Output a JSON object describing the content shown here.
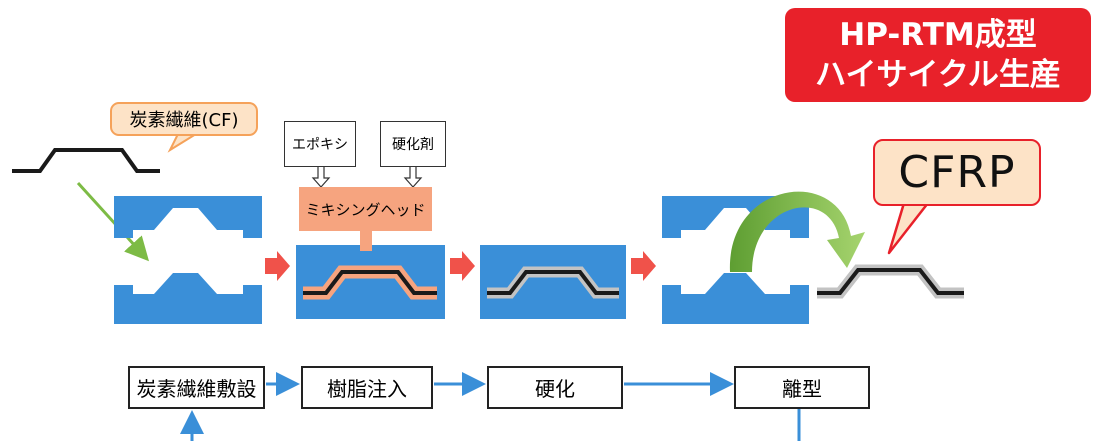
{
  "badge": {
    "line1": "HP-RTM成型",
    "line2": "ハイサイクル生産"
  },
  "callouts": {
    "carbon_fiber": "炭素繊維(CF)",
    "cfrp": "CFRP"
  },
  "materials": {
    "epoxy": "エポキシ",
    "hardener": "硬化剤",
    "mixing_head": "ミキシングヘッド"
  },
  "steps": [
    "炭素繊維敷設",
    "樹脂注入",
    "硬化",
    "離型"
  ],
  "colors": {
    "mold_blue": "#3a8fd8",
    "step_arrow_red": "#f0524a",
    "flow_arrow_blue": "#3a8fd8",
    "badge_red": "#e8212a",
    "resin_orange": "#f6a47f",
    "curved_arrow_green": "#7dbb45"
  }
}
